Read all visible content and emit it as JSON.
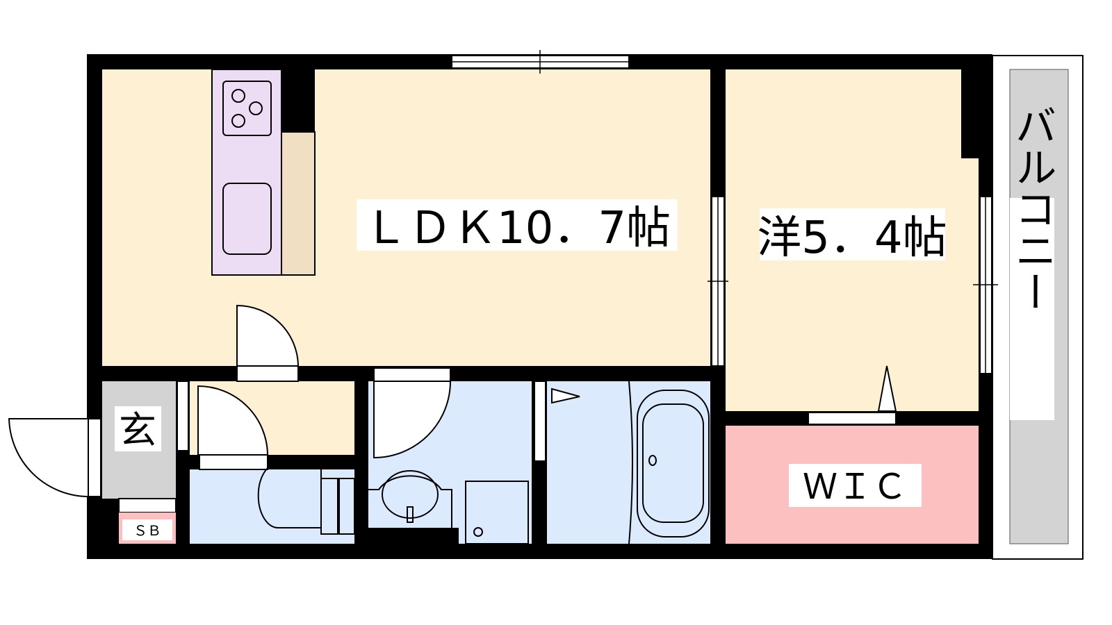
{
  "rooms": {
    "ldk": {
      "label": "ＬＤＫ10．7帖",
      "color": "#fef0d2"
    },
    "western": {
      "label": "洋5．4帖",
      "color": "#fef0d2"
    },
    "wic": {
      "label": "ＷＩＣ",
      "color": "#fdc0c0"
    },
    "entrance": {
      "label": "玄",
      "color": "#d3d3d3"
    },
    "shoebox": {
      "label": "ＳＢ",
      "color": "#fdc0c0"
    },
    "balcony": {
      "label": "バルコニー",
      "color": "#d3d3d3"
    },
    "wet_area_color": "#dbeafc",
    "kitchen_color": "#ecdcf4"
  }
}
